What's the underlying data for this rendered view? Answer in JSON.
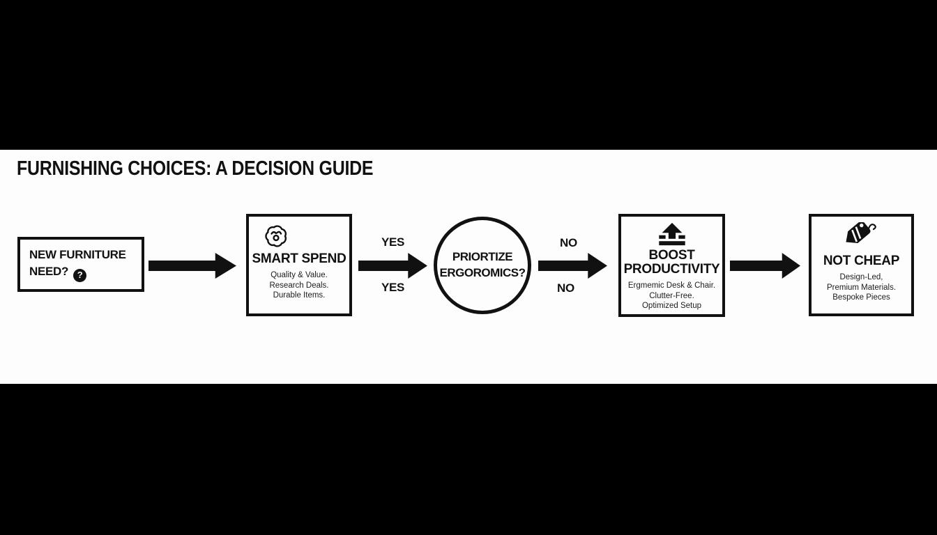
{
  "title": "FURNISHING CHOICES: A DECISION GUIDE",
  "nodes": {
    "start": {
      "label": "NEW FURNITURE NEED?",
      "icon": "question-circle",
      "question_glyph": "?"
    },
    "smart_spend": {
      "label": "SMART SPEND",
      "icon": "brain",
      "details": [
        "Quality & Value.",
        "Research Deals.",
        "Durable Items."
      ]
    },
    "decision": {
      "label": "PRIORTIZE ERGOROMICS?"
    },
    "boost": {
      "label": "BOOST PRODUCTIVITY",
      "icon": "upload",
      "details": [
        "Ergmemic Desk & Chair.",
        "Clutter-Free.",
        "Optimized Setup"
      ]
    },
    "not_cheap": {
      "label": "NOT CHEAP",
      "icon": "price-tag",
      "details": [
        "Design-Led,",
        "Premium Materials.",
        "Bespoke Pieces"
      ]
    }
  },
  "edges": {
    "smart_to_decision": {
      "top": "YES",
      "bottom": "YES"
    },
    "decision_to_boost": {
      "top": "NO",
      "bottom": "NO"
    }
  },
  "colors": {
    "ink": "#111111",
    "band": "#fdfdfd",
    "letterbox": "#000000"
  }
}
